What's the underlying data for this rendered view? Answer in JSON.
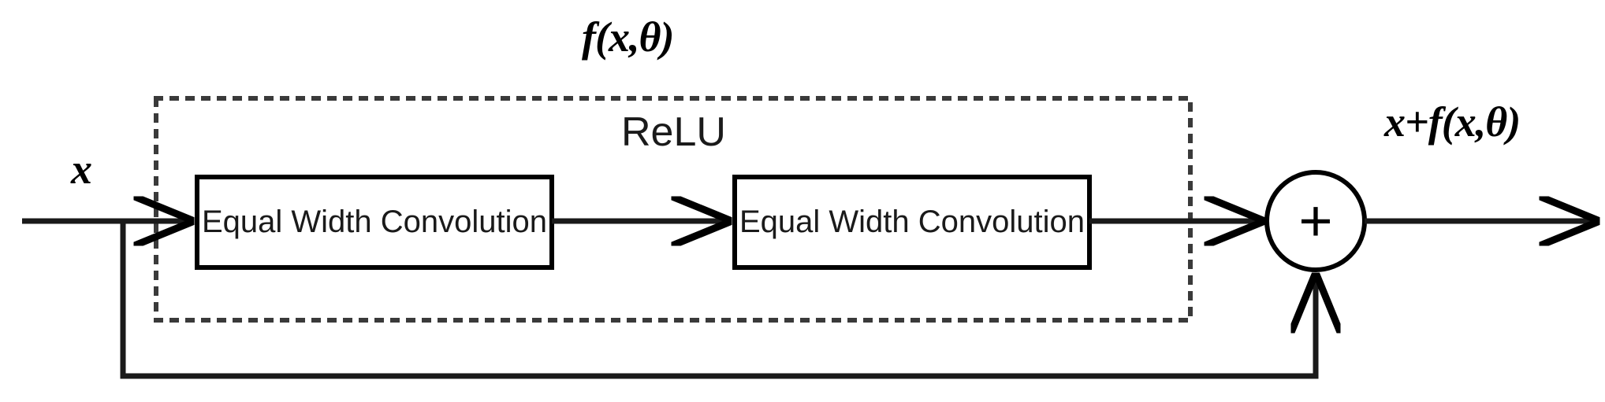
{
  "figure": {
    "type": "residual-block-diagram",
    "title_label": "f(x,θ)",
    "input_label": "x",
    "output_label": "x+f(x,θ)",
    "activation_label": "ReLU",
    "stroke_color": "#000000",
    "text_color": "#1a1a1a",
    "background_color": "#ffffff"
  },
  "blocks": [
    {
      "id": "conv1",
      "label": "Equal Width Convolution"
    },
    {
      "id": "conv2",
      "label": "Equal Width Convolution"
    }
  ],
  "operator": {
    "id": "sum",
    "symbol": "+",
    "name": "addition"
  },
  "icons": {
    "arrow": "arrow-right-icon",
    "sum_circle": "plus-circle-icon",
    "dotted_group": "dashed-group-boundary"
  }
}
